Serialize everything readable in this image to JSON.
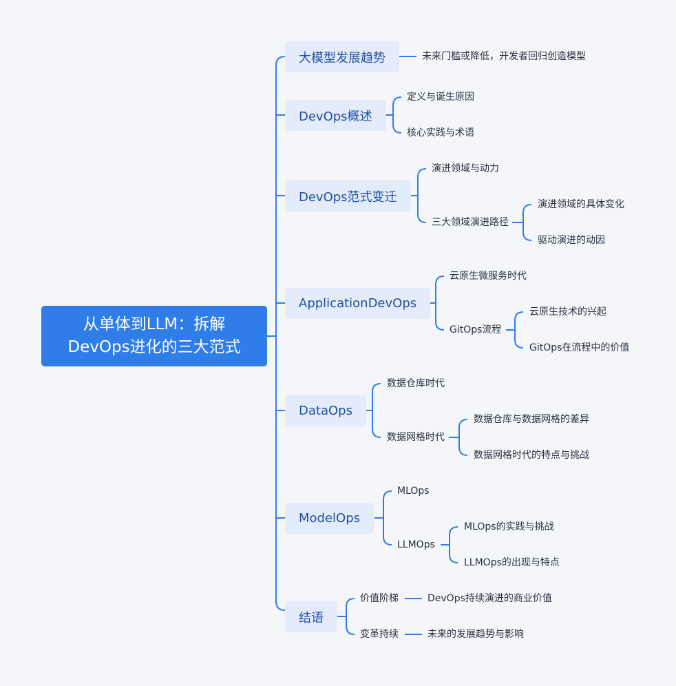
{
  "root": {
    "line1": "从单体到LLM：拆解",
    "line2": "DevOps进化的三大范式"
  },
  "branches": [
    {
      "label": "大模型发展趋势",
      "children": [
        {
          "label": "未来门槛或降低，开发者回归创造模型"
        }
      ]
    },
    {
      "label": "DevOps概述",
      "children": [
        {
          "label": "定义与诞生原因"
        },
        {
          "label": "核心实践与术语"
        }
      ]
    },
    {
      "label": "DevOps范式变迁",
      "children": [
        {
          "label": "演进领域与动力"
        },
        {
          "label": "三大领域演进路径",
          "children": [
            {
              "label": "演进领域的具体变化"
            },
            {
              "label": "驱动演进的动因"
            }
          ]
        }
      ]
    },
    {
      "label": "ApplicationDevOps",
      "children": [
        {
          "label": "云原生微服务时代"
        },
        {
          "label": "GitOps流程",
          "children": [
            {
              "label": "云原生技术的兴起"
            },
            {
              "label": "GitOps在流程中的价值"
            }
          ]
        }
      ]
    },
    {
      "label": "DataOps",
      "children": [
        {
          "label": "数据仓库时代"
        },
        {
          "label": "数据网格时代",
          "children": [
            {
              "label": "数据仓库与数据网格的差异"
            },
            {
              "label": "数据网格时代的特点与挑战"
            }
          ]
        }
      ]
    },
    {
      "label": "ModelOps",
      "children": [
        {
          "label": "MLOps"
        },
        {
          "label": "LLMOps",
          "children": [
            {
              "label": "MLOps的实践与挑战"
            },
            {
              "label": "LLMOps的出现与特点"
            }
          ]
        }
      ]
    },
    {
      "label": "结语",
      "children": [
        {
          "label": "价值阶梯",
          "children": [
            {
              "label": "DevOps持续演进的商业价值"
            }
          ]
        },
        {
          "label": "变革持续",
          "children": [
            {
              "label": "未来的发展趋势与影响"
            }
          ]
        }
      ]
    }
  ],
  "colors": {
    "accent": "#2f7de8",
    "branch_bg": "#e4ecfb",
    "branch_text": "#1f4fa8",
    "background": "#f4f6fa"
  }
}
